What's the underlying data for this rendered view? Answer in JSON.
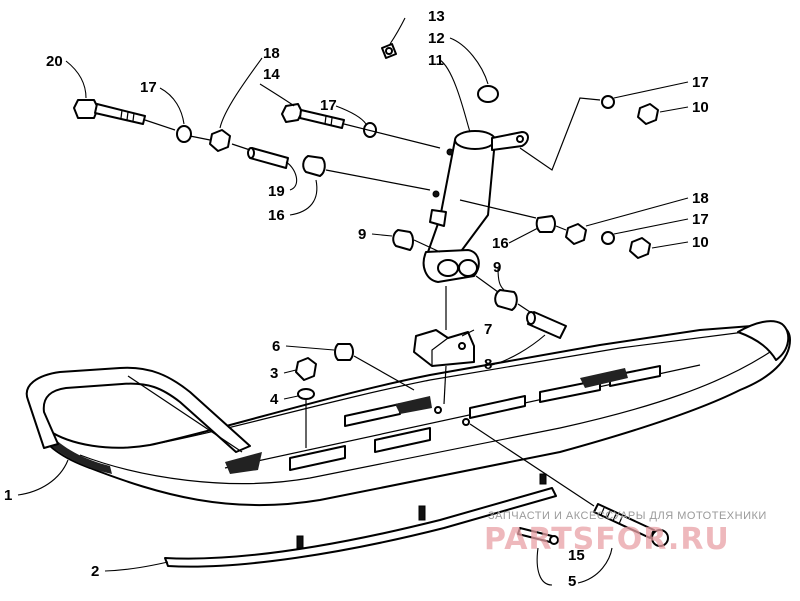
{
  "callouts": {
    "c1": "1",
    "c2": "2",
    "c3": "3",
    "c4": "4",
    "c5": "5",
    "c6": "6",
    "c7": "7",
    "c8": "8",
    "c9a": "9",
    "c9b": "9",
    "c10a": "10",
    "c10b": "10",
    "c11": "11",
    "c12": "12",
    "c13": "13",
    "c14": "14",
    "c15": "15",
    "c16a": "16",
    "c16b": "16",
    "c17a": "17",
    "c17b": "17",
    "c17c": "17",
    "c17d": "17",
    "c18a": "18",
    "c18b": "18",
    "c19": "19",
    "c20": "20"
  },
  "watermark": {
    "caption": "ЗАПЧАСТИ И АКСЕССУАРЫ ДЛЯ МОТОТЕХНИКИ",
    "brand": "PARTSFOR.RU"
  }
}
